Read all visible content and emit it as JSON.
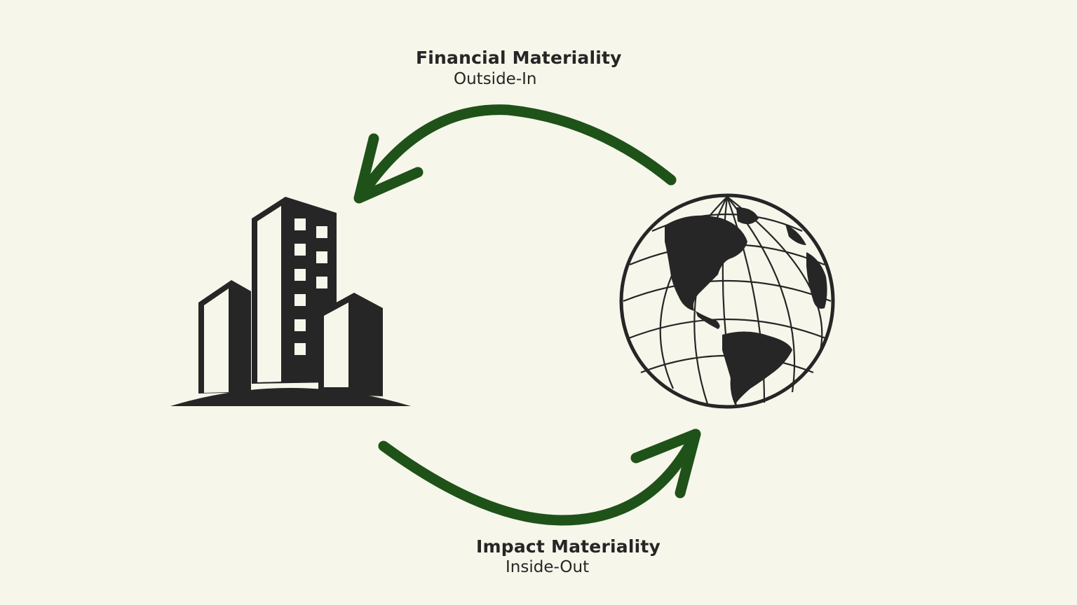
{
  "colors": {
    "background": "#f6f6eb",
    "arrow": "#1f5218",
    "icon": "#262626"
  },
  "icons": {
    "company": "office-buildings-icon",
    "world": "globe-icon"
  },
  "top_label": {
    "title": "Financial Materiality",
    "subtitle": "Outside-In"
  },
  "bottom_label": {
    "title": "Impact Materiality",
    "subtitle": "Inside-Out"
  }
}
